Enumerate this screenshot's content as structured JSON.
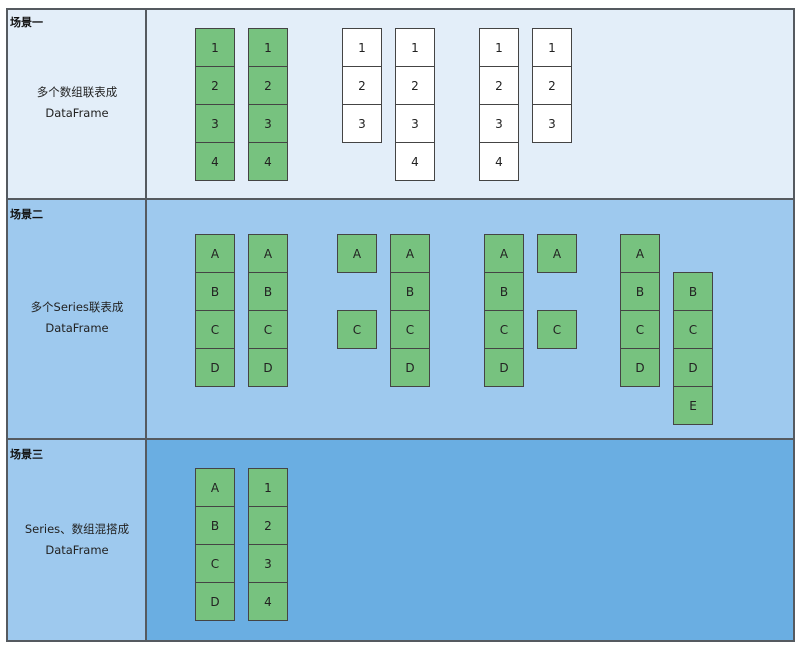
{
  "colors": {
    "scene1_bg": "#e3eef9",
    "scene2_bg": "#9ec9ee",
    "scene3_left_bg": "#9ec9ee",
    "scene3_right_bg": "#6aaee2",
    "green_cell": "#77c27f",
    "white_cell": "#ffffff",
    "border": "#555a60"
  },
  "scene1": {
    "title": "场景一",
    "desc_line1": "多个数组联表成",
    "desc_line2": "DataFrame",
    "cells": [
      {
        "text": "1",
        "style": "green"
      },
      {
        "text": "2",
        "style": "green"
      },
      {
        "text": "3",
        "style": "green"
      },
      {
        "text": "4",
        "style": "green"
      },
      {
        "text": "1",
        "style": "green"
      },
      {
        "text": "2",
        "style": "green"
      },
      {
        "text": "3",
        "style": "green"
      },
      {
        "text": "4",
        "style": "green"
      },
      {
        "text": "1",
        "style": "white"
      },
      {
        "text": "2",
        "style": "white"
      },
      {
        "text": "3",
        "style": "white"
      },
      {
        "text": "1",
        "style": "white"
      },
      {
        "text": "2",
        "style": "white"
      },
      {
        "text": "3",
        "style": "white"
      },
      {
        "text": "4",
        "style": "white"
      },
      {
        "text": "1",
        "style": "white"
      },
      {
        "text": "2",
        "style": "white"
      },
      {
        "text": "3",
        "style": "white"
      },
      {
        "text": "4",
        "style": "white"
      },
      {
        "text": "1",
        "style": "white"
      },
      {
        "text": "2",
        "style": "white"
      },
      {
        "text": "3",
        "style": "white"
      }
    ]
  },
  "scene2": {
    "title": "场景二",
    "desc_line1": "多个Series联表成",
    "desc_line2": "DataFrame",
    "cells": [
      {
        "text": "A"
      },
      {
        "text": "B"
      },
      {
        "text": "C"
      },
      {
        "text": "D"
      },
      {
        "text": "A"
      },
      {
        "text": "B"
      },
      {
        "text": "C"
      },
      {
        "text": "D"
      },
      {
        "text": "A"
      },
      {
        "text": "C"
      },
      {
        "text": "A"
      },
      {
        "text": "B"
      },
      {
        "text": "C"
      },
      {
        "text": "D"
      },
      {
        "text": "A"
      },
      {
        "text": "B"
      },
      {
        "text": "C"
      },
      {
        "text": "D"
      },
      {
        "text": "A"
      },
      {
        "text": "C"
      },
      {
        "text": "A"
      },
      {
        "text": "B"
      },
      {
        "text": "C"
      },
      {
        "text": "D"
      },
      {
        "text": "B"
      },
      {
        "text": "C"
      },
      {
        "text": "D"
      },
      {
        "text": "E"
      }
    ]
  },
  "scene3": {
    "title": "场景三",
    "desc_line1": "Series、数组混搭成",
    "desc_line2": "DataFrame",
    "cells": [
      {
        "text": "A"
      },
      {
        "text": "B"
      },
      {
        "text": "C"
      },
      {
        "text": "D"
      },
      {
        "text": "1"
      },
      {
        "text": "2"
      },
      {
        "text": "3"
      },
      {
        "text": "4"
      }
    ]
  }
}
